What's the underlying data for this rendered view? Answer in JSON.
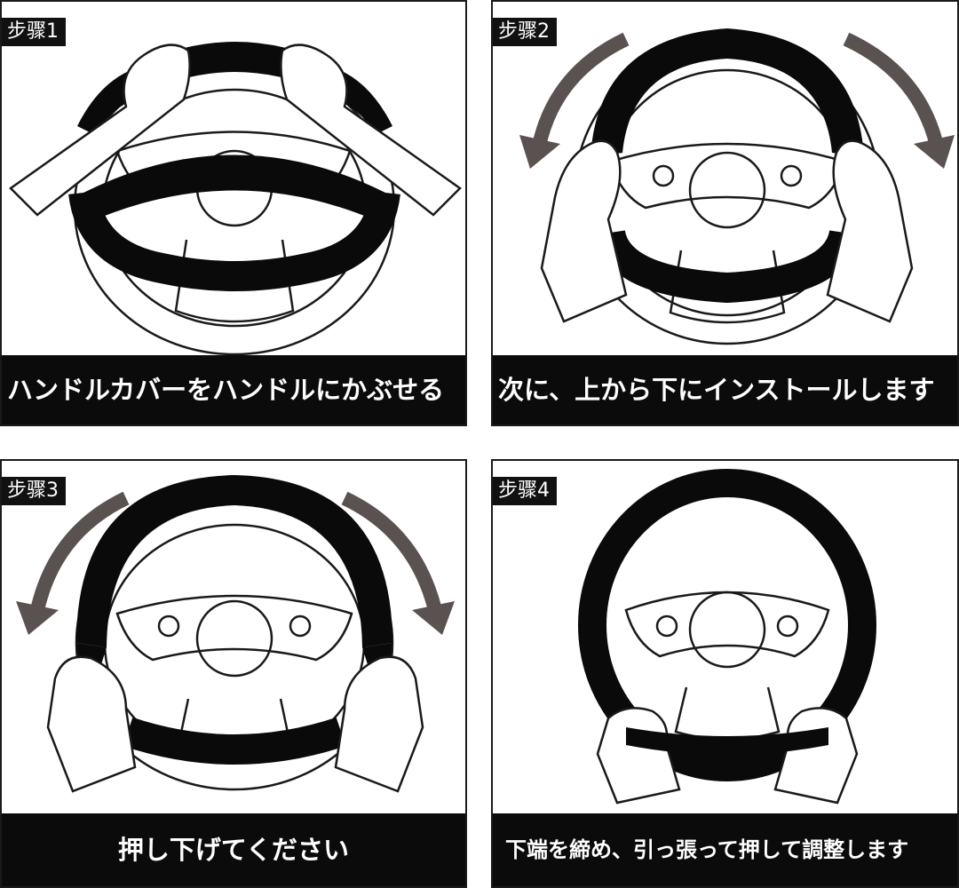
{
  "panels": [
    {
      "step_label": "步骤1",
      "caption": "ハンドルカバーをハンドルにかぶせる"
    },
    {
      "step_label": "步骤2",
      "caption": "次に、上から下にインストールします"
    },
    {
      "step_label": "步骤3",
      "caption": "押し下げてください"
    },
    {
      "step_label": "步骤4",
      "caption": "下端を締め、引っ張って押して調整します"
    }
  ],
  "colors": {
    "cover": "#0a0a0a",
    "arrow": "#5a5250",
    "caption_bg": "#0b0b0b",
    "outline": "#1a1a1a"
  }
}
